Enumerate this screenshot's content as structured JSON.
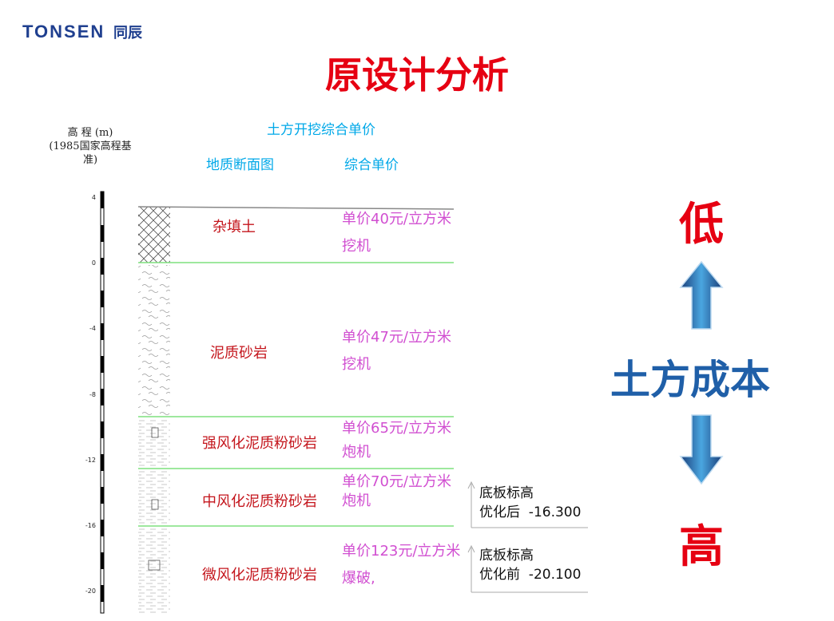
{
  "logo": {
    "en": "TONSEN",
    "cn": "同辰"
  },
  "slide_title": "原设计分析",
  "axis": {
    "title_line1": "高 程 (m)",
    "title_line2": "(1985国家高程基准)",
    "ticks": [
      "4",
      "0",
      "-4",
      "-8",
      "-12",
      "-16",
      "-20"
    ]
  },
  "headers": {
    "top": "土方开挖综合单价",
    "col1": "地质断面图",
    "col2": "综合单价"
  },
  "layers": [
    {
      "name": "杂填土",
      "price": "单价40元/立方米",
      "method": "挖机"
    },
    {
      "name": "泥质砂岩",
      "price": "单价47元/立方米",
      "method": "挖机"
    },
    {
      "name": "强风化泥质粉砂岩",
      "price": "单价65元/立方米",
      "method": "炮机"
    },
    {
      "name": "中风化泥质粉砂岩",
      "price": "单价70元/立方米",
      "method": "炮机"
    },
    {
      "name": "微风化泥质粉砂岩",
      "price": "单价123元/立方米",
      "method": "爆破,"
    }
  ],
  "optimization": {
    "after": {
      "line1": "底板标高",
      "line2": "优化后  -16.300"
    },
    "before": {
      "line1": "底板标高",
      "line2": "优化前  -20.100"
    }
  },
  "cost_scale": {
    "low": "低",
    "label": "土方成本",
    "high": "高"
  },
  "colors": {
    "title_red": "#e60012",
    "header_blue": "#00a8e8",
    "price_magenta": "#d14fd1",
    "layer_red": "#c4151c",
    "cost_blue": "#1f5fa8"
  }
}
